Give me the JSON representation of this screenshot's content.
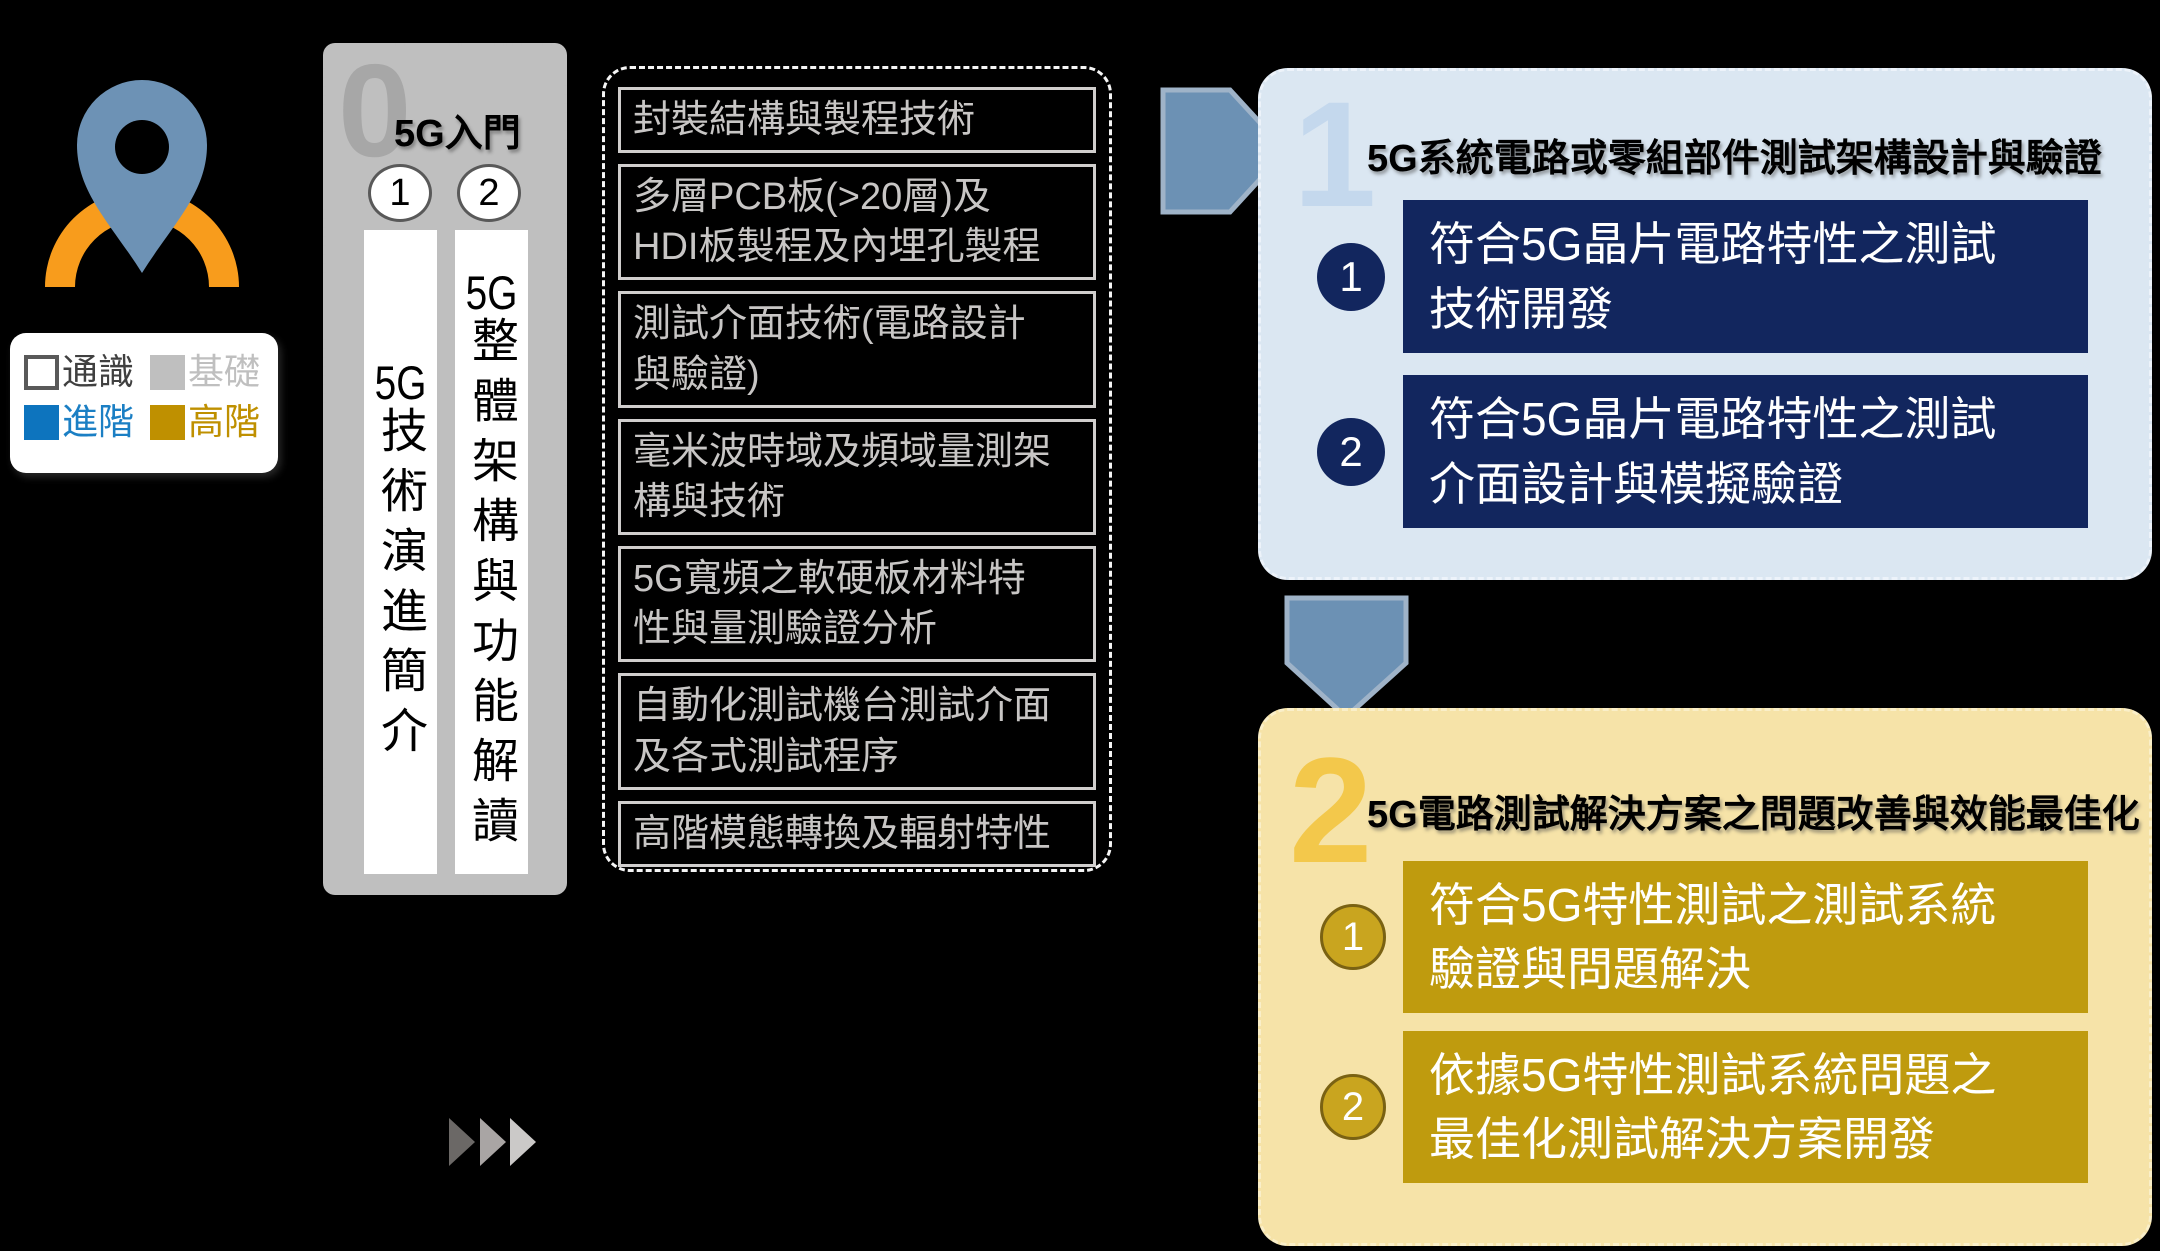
{
  "legend": {
    "items": [
      {
        "label": "通識",
        "swatch": "#FFFFFF",
        "swatch_border": "#595959",
        "text_color": "#404040"
      },
      {
        "label": "基礎",
        "swatch": "#BFBFBF",
        "text_color": "#BFBFBF"
      },
      {
        "label": "進階",
        "swatch": "#0D74BE",
        "text_color": "#1B7FC4"
      },
      {
        "label": "高階",
        "swatch": "#BF9000",
        "text_color": "#BF9000"
      }
    ]
  },
  "intro": {
    "number": "0",
    "title": "5G入門",
    "columns": [
      {
        "badge": "1",
        "head": "5G",
        "body": "技術演進簡介"
      },
      {
        "badge": "2",
        "head": "5G",
        "body": "整體架構與功能解讀"
      }
    ]
  },
  "curriculum": {
    "items": [
      "封裝結構與製程技術",
      "多層PCB板(>20層)及\nHDI板製程及內埋孔製程",
      "測試介面技術(電路設計\n與驗證)",
      "毫米波時域及頻域量測架\n構與技術",
      "5G寬頻之軟硬板材料特\n性與量測驗證分析",
      "自動化測試機台測試介面\n及各式測試程序",
      "高階模態轉換及輻射特性"
    ]
  },
  "stage1": {
    "number": "1",
    "title": "5G系統電路或零組部件測試架構設計與驗證",
    "items": [
      {
        "badge": "1",
        "text": "符合5G晶片電路特性之測試\n技術開發"
      },
      {
        "badge": "2",
        "text": "符合5G晶片電路特性之測試\n介面設計與模擬驗證"
      }
    ]
  },
  "stage2": {
    "number": "2",
    "title": "5G電路測試解決方案之問題改善與效能最佳化",
    "items": [
      {
        "badge": "1",
        "text": "符合5G特性測試之測試系統\n驗證與問題解決"
      },
      {
        "badge": "2",
        "text": "依據5G特性測試系統問題之\n最佳化測試解決方案開發"
      }
    ]
  },
  "colors": {
    "background": "#000000",
    "pin_blue": "#6D92B5",
    "pin_arc_orange": "#F89C1C",
    "gray_panel": "#BFBFBF",
    "panel1_bg": "#DBE7F2",
    "panel1_watermark": "#C4D8ED",
    "navy_item": "#12265E",
    "panel2_bg": "#F6E3A8",
    "panel2_watermark": "#F3C84B",
    "gold_item": "#BF9B0E",
    "curriculum_text": "#C8C6C5",
    "arrow_fill": "#6C91B4"
  }
}
